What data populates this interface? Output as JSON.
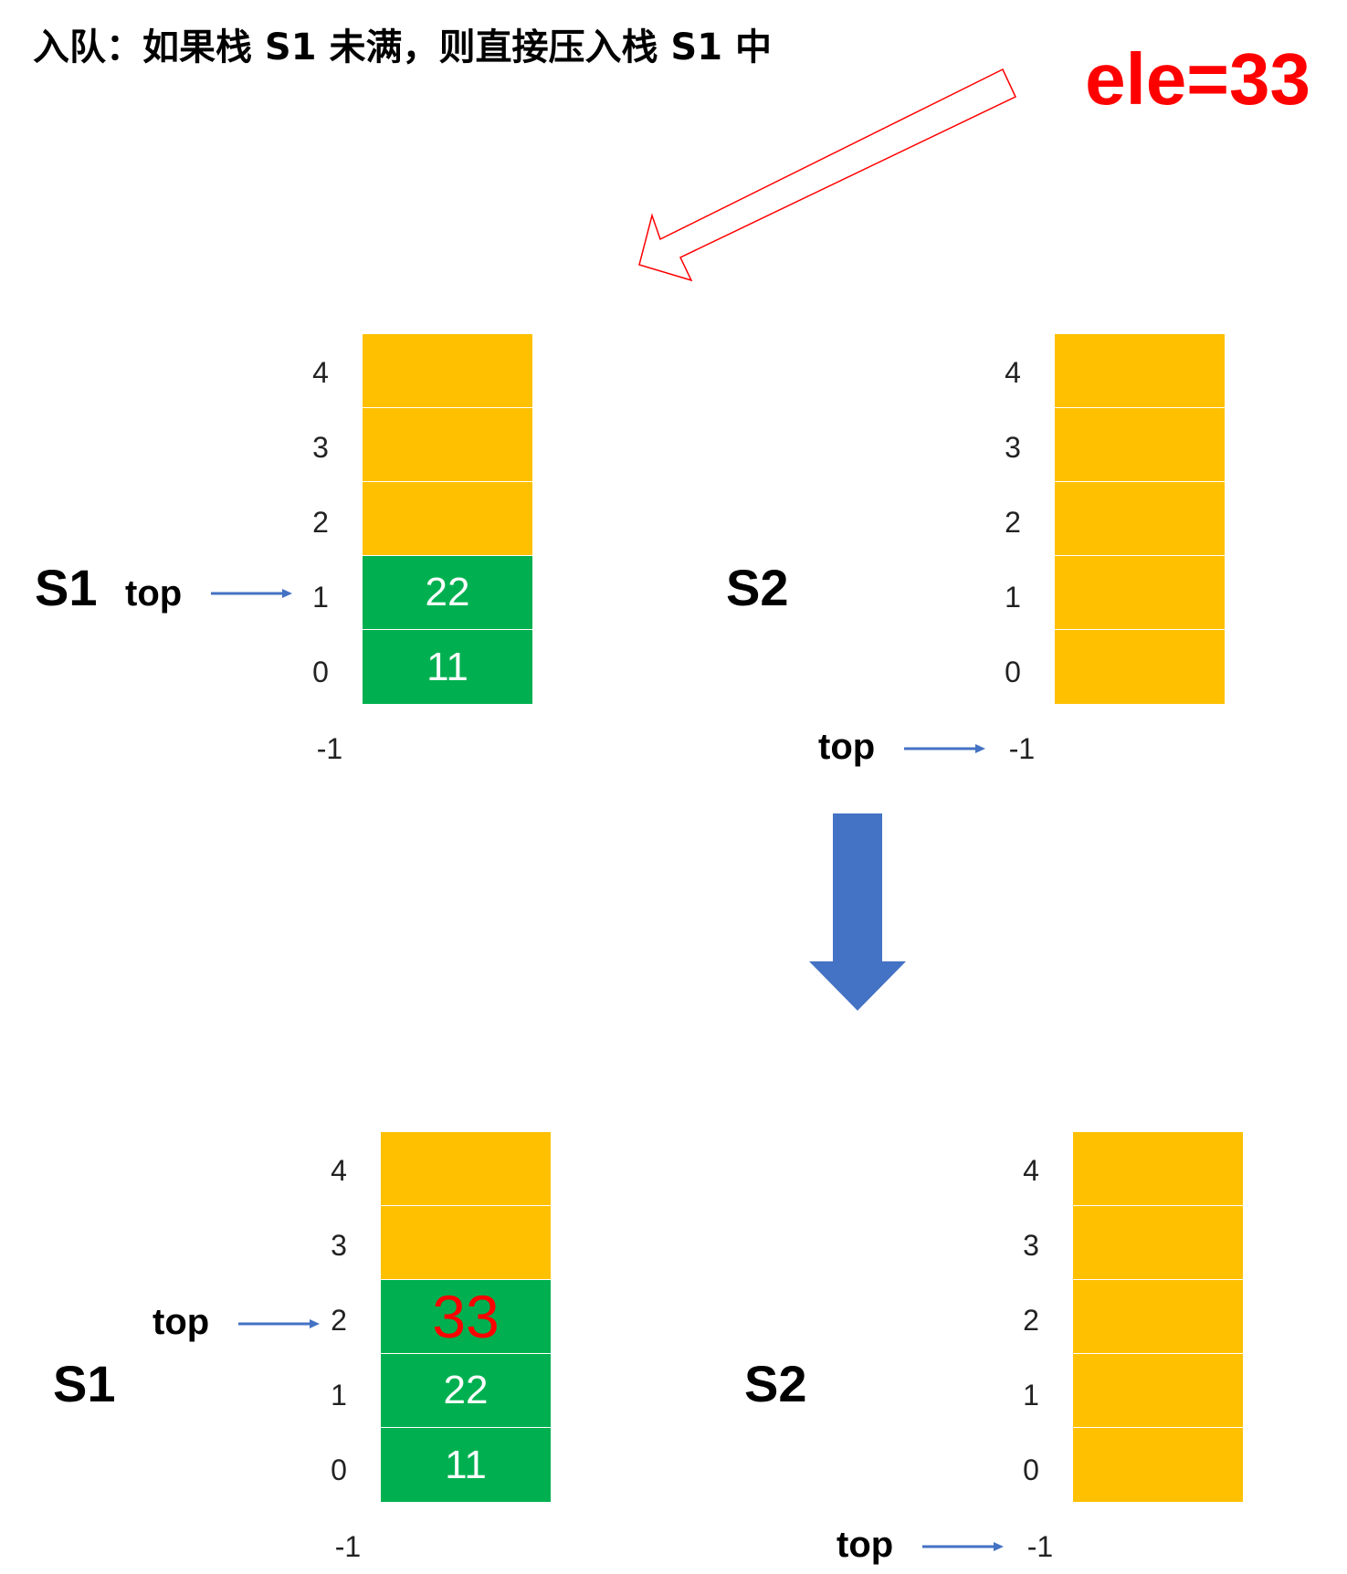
{
  "title": "入队：如果栈 S1 未满，则直接压入栈 S1 中",
  "ele_label": "ele=33",
  "top_text": "top",
  "indices": [
    "4",
    "3",
    "2",
    "1",
    "0",
    "-1"
  ],
  "before": {
    "s1": {
      "name": "S1",
      "cells": [
        "",
        "",
        "",
        "22",
        "11"
      ],
      "top_index": 1
    },
    "s2": {
      "name": "S2",
      "cells": [
        "",
        "",
        "",
        "",
        ""
      ],
      "top_index": -1
    }
  },
  "after": {
    "s1": {
      "name": "S1",
      "cells": [
        "",
        "",
        "33",
        "22",
        "11"
      ],
      "top_index": 2
    },
    "s2": {
      "name": "S2",
      "cells": [
        "",
        "",
        "",
        "",
        ""
      ],
      "top_index": -1
    }
  },
  "colors": {
    "empty_cell": "#ffc000",
    "filled_cell": "#00b050",
    "new_value": "#ff0000",
    "pointer_arrow": "#4472c4",
    "transition_arrow": "#4472c4",
    "ele_arrow_outline": "#ff0000"
  }
}
